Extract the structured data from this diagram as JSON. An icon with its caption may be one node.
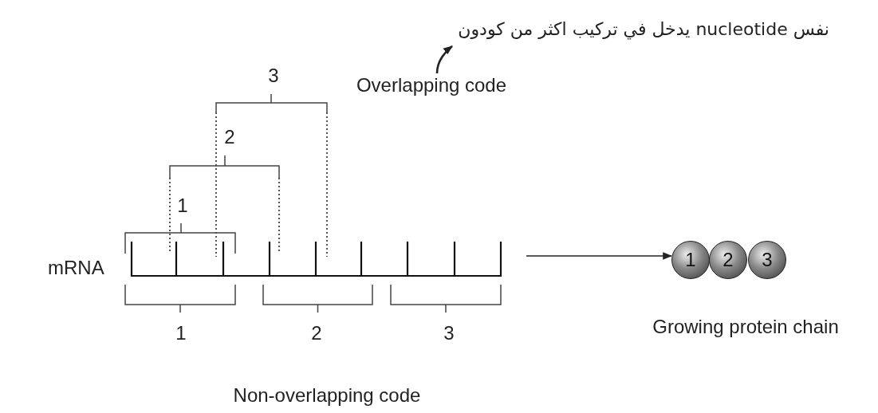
{
  "diagram": {
    "nodes": [
      {
        "text": [
          "mRNA"
        ]
      },
      {
        "text": [
          "1"
        ]
      },
      {
        "text": [
          "2"
        ]
      },
      {
        "text": [
          "3"
        ]
      },
      {
        "text": [
          "نفس nucleotide يدخل في تركيب اكثر من كودون"
        ]
      },
      {
        "text": [
          "Overlapping code"
        ]
      }
    ],
    "edges": [
      {
        "from": 0,
        "to": 1,
        "arrow": "to"
      },
      {
        "from": 5,
        "to": 4,
        "arrow": "to"
      }
    ],
    "labels": [
      "3",
      "2",
      "1",
      "1",
      "2",
      "3",
      "Growing protein chain",
      "Non-overlapping code"
    ]
  }
}
